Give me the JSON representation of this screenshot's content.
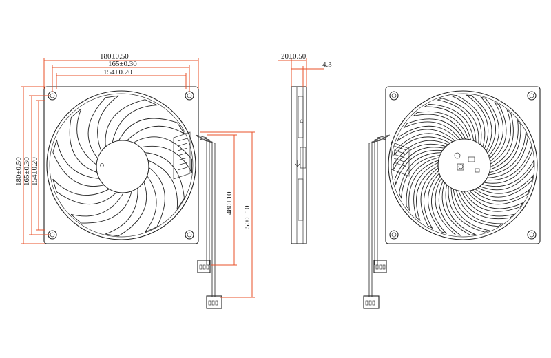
{
  "front_view": {
    "dims": {
      "width_outer": "180±0.50",
      "width_holes": "165±0.30",
      "width_inner": "154±0.20",
      "height_outer": "180±0.50",
      "height_holes": "165±0.30",
      "height_inner": "154±0.20",
      "cable_short": "480±10",
      "cable_long": "500±10"
    },
    "blade_count": 11
  },
  "side_view": {
    "dims": {
      "thickness": "20±0.50",
      "offset": "4.3"
    }
  },
  "rear_view": {
    "blade_count": 30
  },
  "colors": {
    "dimension": "#e8502a",
    "outline": "#222222"
  }
}
